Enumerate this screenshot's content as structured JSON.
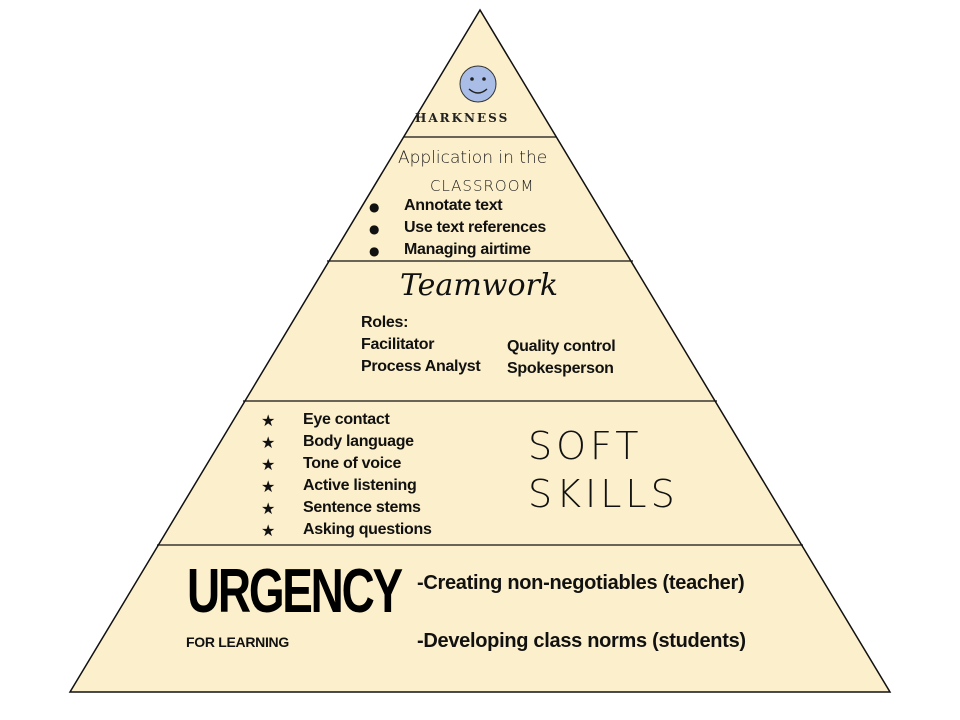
{
  "apex": {
    "icon": "smiley-face-icon",
    "icon_color": "#a9bde6",
    "title": "HARKNESS"
  },
  "tier2": {
    "title_line1": "Application in the",
    "title_line2": "CLASSROOM",
    "items": [
      "Annotate text",
      "Use text references",
      "Managing airtime"
    ]
  },
  "tier3": {
    "title": "Teamwork",
    "roles_label": "Roles:",
    "left_roles": [
      "Facilitator",
      "Process Analyst"
    ],
    "right_roles": [
      "Quality control",
      "Spokesperson"
    ]
  },
  "tier4": {
    "title_line1": "SOFT",
    "title_line2": "SKILLS",
    "items": [
      "Eye contact",
      "Body language",
      "Tone of voice",
      "Active listening",
      "Sentence stems",
      "Asking questions"
    ]
  },
  "base": {
    "title": "URGENCY",
    "subtitle": "FOR LEARNING",
    "items": [
      "-Creating non-negotiables (teacher)",
      "-Developing class norms (students)"
    ]
  },
  "colors": {
    "fill": "#fcefcb",
    "stroke": "#111111"
  }
}
